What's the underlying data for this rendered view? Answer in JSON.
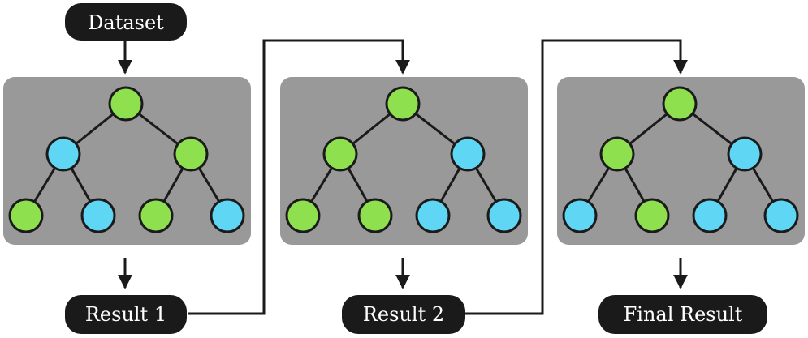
{
  "labels": {
    "start": "Dataset",
    "step_1": "Result 1",
    "step_2": "Result 2",
    "final": "Final Result"
  },
  "colors": {
    "panel": "#999999",
    "pill": "#1a1a1a",
    "node_green": "#8fe04f",
    "node_blue": "#5fd6f4",
    "stroke": "#1a1a1a",
    "pill_text": "#ffffff"
  },
  "trees": [
    {
      "name": "tree-1",
      "root": "green",
      "level2": [
        "blue",
        "green"
      ],
      "leaves": [
        "green",
        "blue",
        "green",
        "blue"
      ]
    },
    {
      "name": "tree-2",
      "root": "green",
      "level2": [
        "green",
        "blue"
      ],
      "leaves": [
        "green",
        "green",
        "blue",
        "blue"
      ]
    },
    {
      "name": "tree-3",
      "root": "green",
      "level2": [
        "green",
        "blue"
      ],
      "leaves": [
        "blue",
        "green",
        "blue",
        "blue"
      ]
    }
  ]
}
